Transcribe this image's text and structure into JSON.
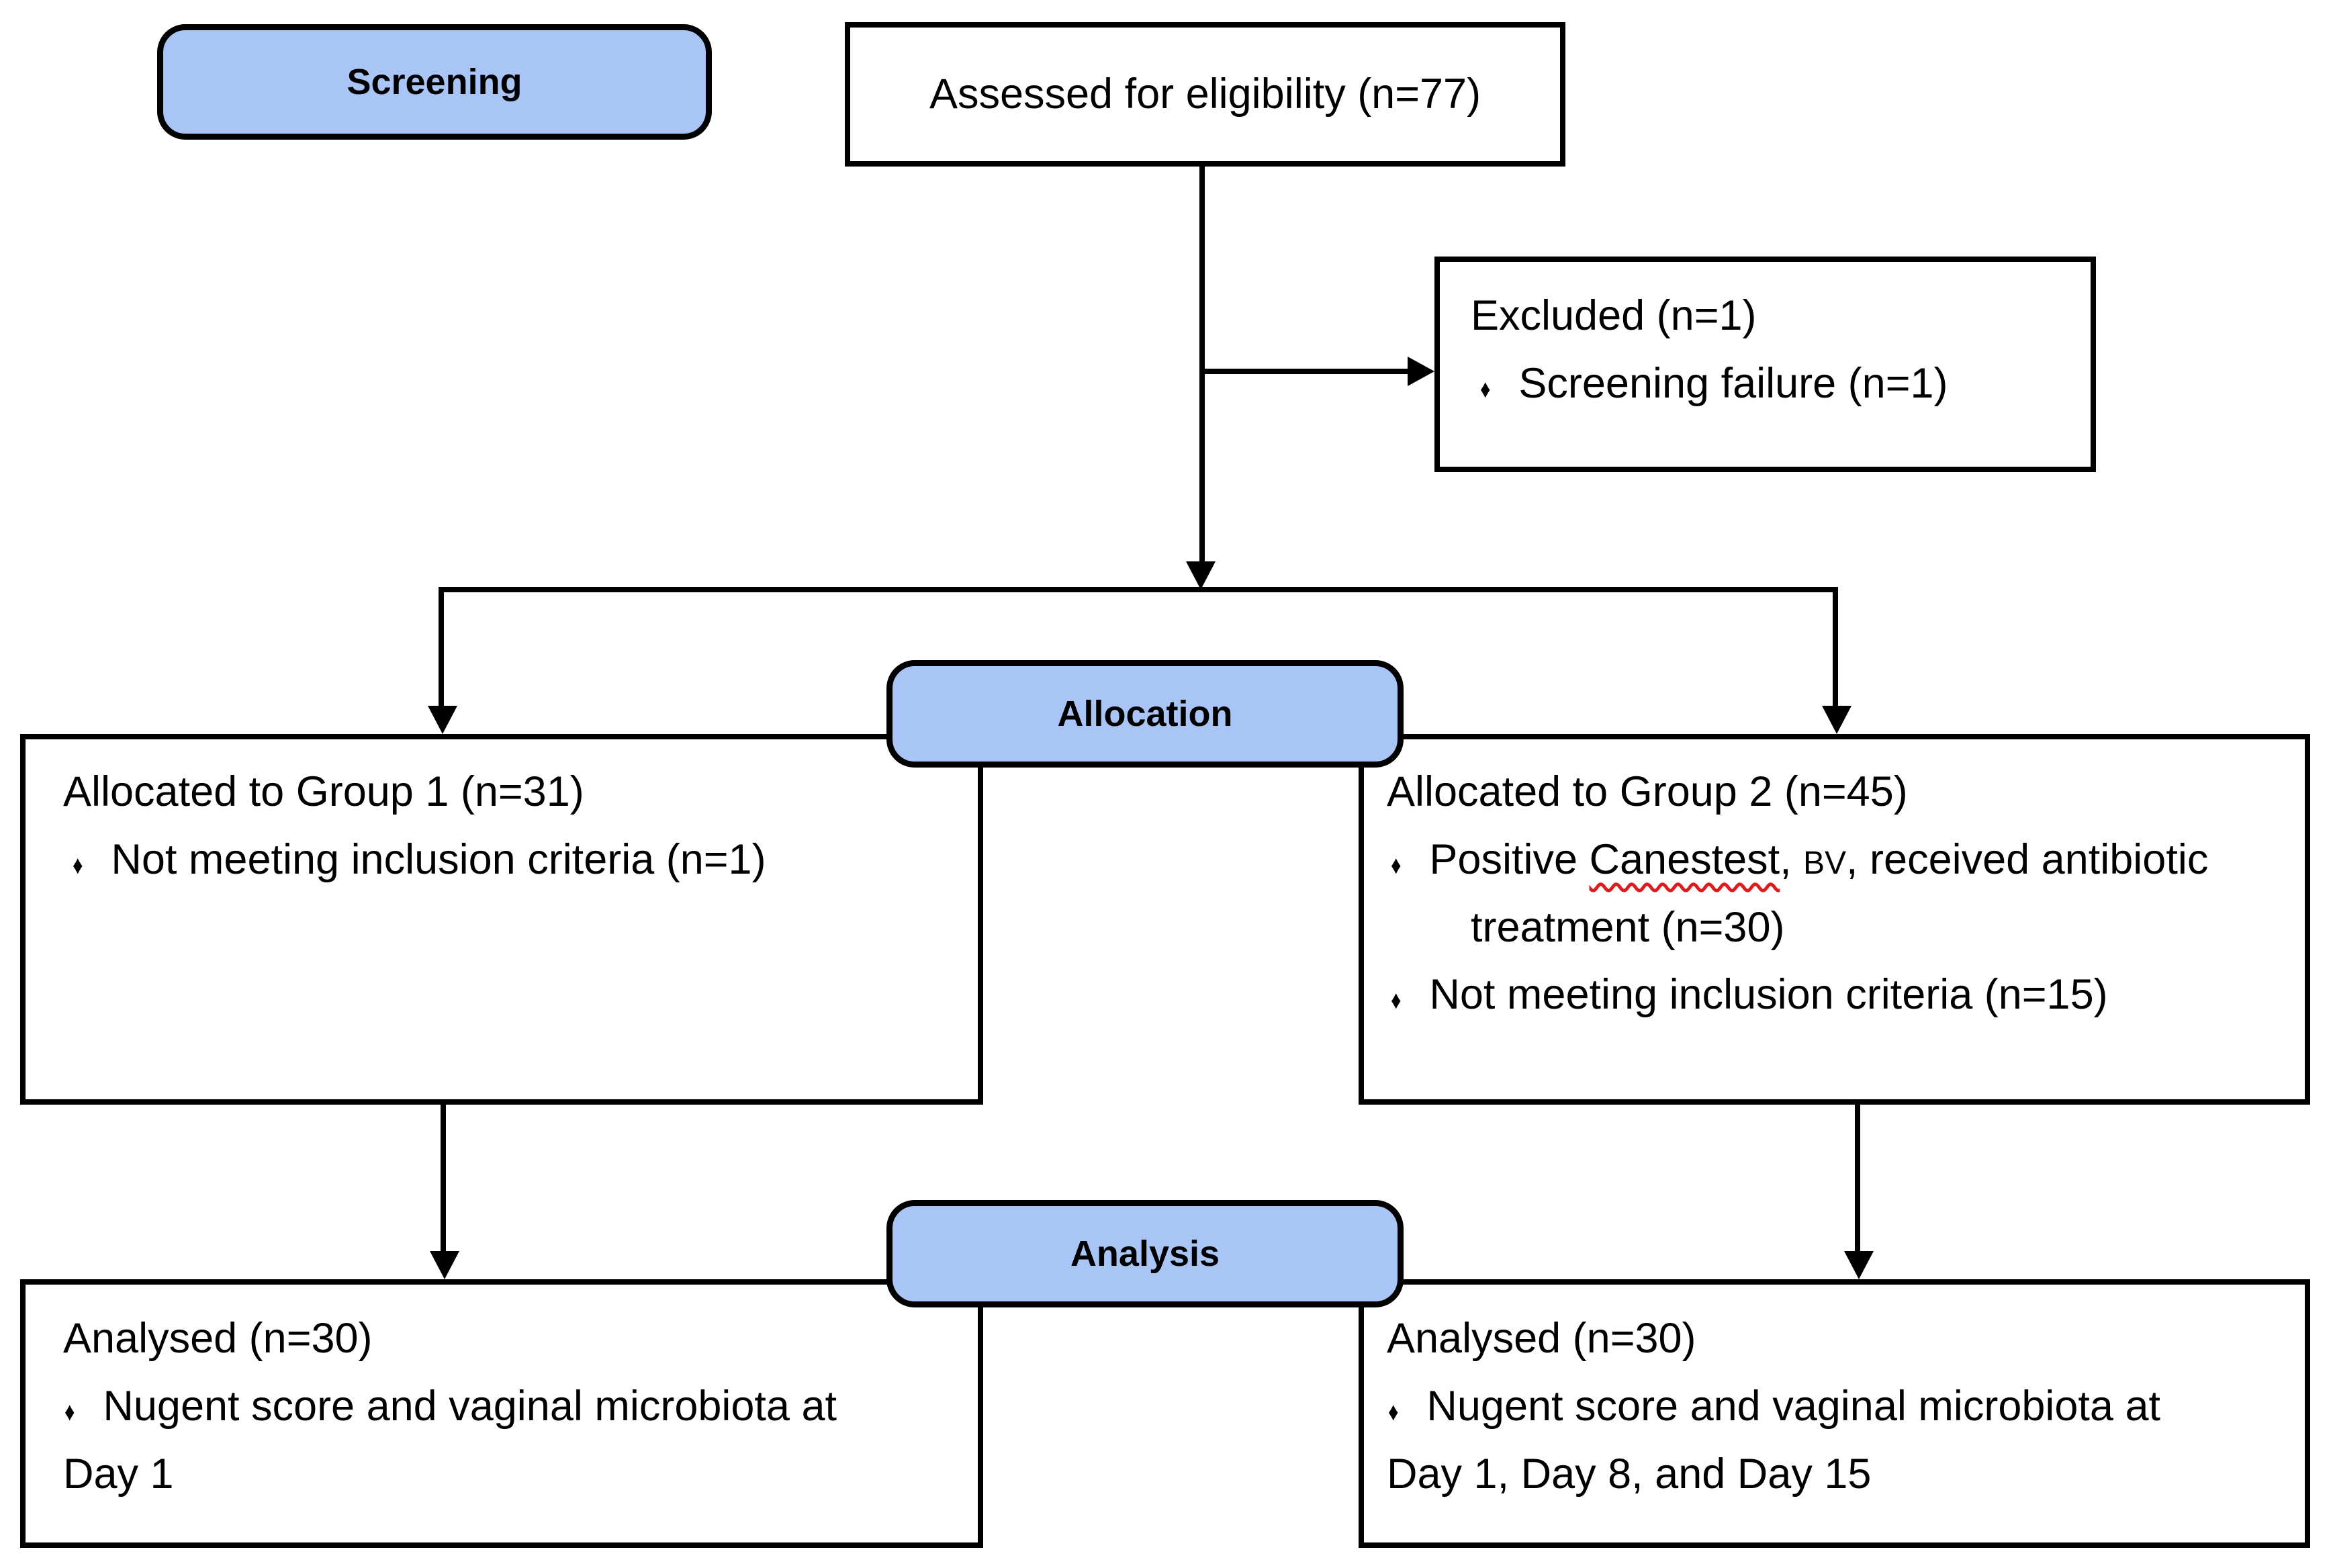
{
  "meta": {
    "bullet_glyph": "♦",
    "colors": {
      "pill_fill": "#a9c5f6",
      "line": "#000000",
      "squiggle": "#e01a1a"
    }
  },
  "stage_labels": {
    "screening": "Screening",
    "allocation": "Allocation",
    "analysis": "Analysis"
  },
  "screening": {
    "assessed": "Assessed for eligibility (n=77)",
    "excluded_title": "Excluded (n=1)",
    "excluded_bullet": "Screening failure (n=1)"
  },
  "allocation": {
    "group1": {
      "title": "Allocated to Group 1 (n=31)",
      "bullet1": "Not meeting inclusion criteria (n=1)"
    },
    "group2": {
      "title": "Allocated to Group 2 (n=45)",
      "bullet1_segments": [
        {
          "t": "Positive "
        },
        {
          "t": "Canestest",
          "s": "misspelled"
        },
        {
          "t": ", "
        },
        {
          "t": "BV",
          "s": "small"
        },
        {
          "t": ", received antibiotic"
        }
      ],
      "bullet1_wrap": "treatment (n=30)",
      "bullet2": "Not meeting inclusion criteria (n=15)"
    }
  },
  "analysis": {
    "group1": {
      "title": "Analysed (n=30)",
      "bullet_line1": "Nugent score and vaginal microbiota at",
      "bullet_line2": "Day 1"
    },
    "group2": {
      "title": "Analysed (n=30)",
      "bullet_line1": "Nugent score and vaginal microbiota at",
      "bullet_line2": "Day 1, Day 8, and Day 15"
    }
  }
}
